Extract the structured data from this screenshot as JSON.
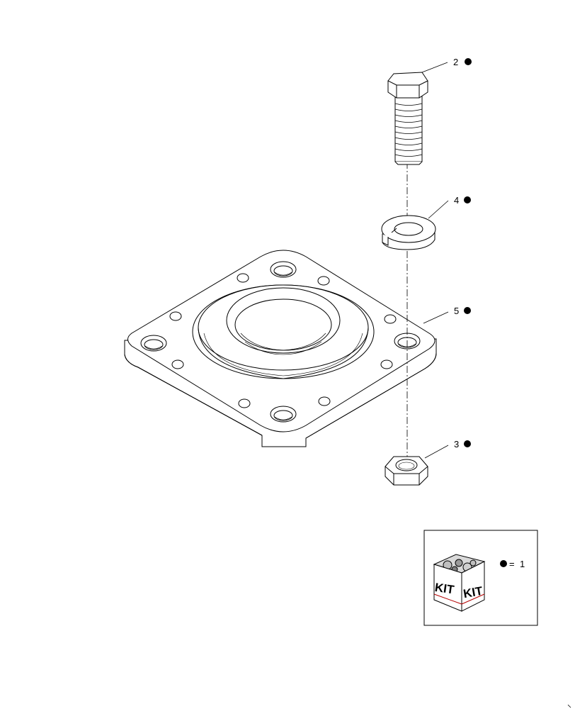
{
  "callouts": [
    {
      "id": "bolt",
      "number": "2"
    },
    {
      "id": "lock-washer",
      "number": "4"
    },
    {
      "id": "flange-bearing",
      "number": "5"
    },
    {
      "id": "nut",
      "number": "3"
    }
  ],
  "kit_legend": {
    "box_label_left": "KIT",
    "box_label_right": "KIT",
    "symbol_equals": "=",
    "quantity": "1"
  }
}
